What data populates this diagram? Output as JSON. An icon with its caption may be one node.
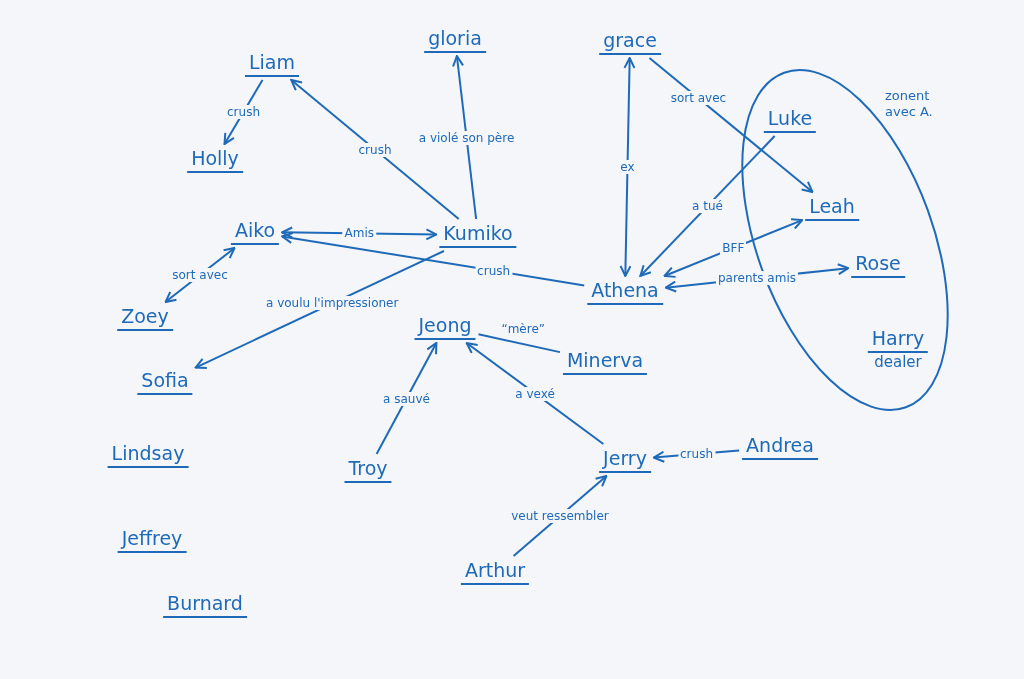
{
  "diagram": {
    "nodes": [
      {
        "text": [
          "Liam"
        ]
      },
      {
        "text": [
          "Holly"
        ]
      },
      {
        "text": [
          "gloria"
        ]
      },
      {
        "text": [
          "grace"
        ]
      },
      {
        "text": [
          "zonent avec A."
        ]
      },
      {
        "text": [
          "Luke"
        ],
        "in": 4
      },
      {
        "text": [
          "Leah"
        ],
        "in": 4
      },
      {
        "text": [
          "Rose"
        ],
        "in": 4
      },
      {
        "text": [
          "Harry",
          "dealer"
        ],
        "in": 4
      },
      {
        "text": [
          "Aiko"
        ]
      },
      {
        "text": [
          "Kumiko"
        ]
      },
      {
        "text": [
          "Athena"
        ]
      },
      {
        "text": [
          "Jeong"
        ]
      },
      {
        "text": [
          "Minerva"
        ]
      },
      {
        "text": [
          "Zoey"
        ]
      },
      {
        "text": [
          "Sofia"
        ]
      },
      {
        "text": [
          "Lindsay"
        ]
      },
      {
        "text": [
          "Jeffrey"
        ]
      },
      {
        "text": [
          "Burnard"
        ]
      },
      {
        "text": [
          "Troy"
        ]
      },
      {
        "text": [
          "Jerry"
        ]
      },
      {
        "text": [
          "Andrea"
        ]
      },
      {
        "text": [
          "Arthur"
        ]
      }
    ],
    "edges": [
      {
        "from": 0,
        "to": 1,
        "arrow": "to",
        "label": "crush"
      },
      {
        "from": 10,
        "to": 0,
        "arrow": "to",
        "label": "crush"
      },
      {
        "from": 10,
        "to": 2,
        "arrow": "to",
        "label": "a violé son père"
      },
      {
        "from": 10,
        "to": 9,
        "arrow": "both",
        "label": "Amis"
      },
      {
        "from": 11,
        "to": 9,
        "arrow": "to",
        "label": "crush"
      },
      {
        "from": 14,
        "to": 9,
        "arrow": "both",
        "label": "sort avec"
      },
      {
        "from": 10,
        "to": 15,
        "arrow": "to",
        "label": "a voulu l'impressioner"
      },
      {
        "from": 3,
        "to": 11,
        "arrow": "both",
        "label": "ex"
      },
      {
        "from": 3,
        "to": 6,
        "arrow": "to",
        "label": "sort avec"
      },
      {
        "from": 5,
        "to": 11,
        "arrow": "to",
        "label": "a tué"
      },
      {
        "from": 6,
        "to": 11,
        "arrow": "both",
        "label": "BFF"
      },
      {
        "from": 11,
        "to": 7,
        "arrow": "both",
        "label": "parents amis"
      },
      {
        "from": 12,
        "to": 13,
        "arrow": "none",
        "label": "“mère”"
      },
      {
        "from": 19,
        "to": 12,
        "arrow": "to",
        "label": "a sauvé"
      },
      {
        "from": 20,
        "to": 12,
        "arrow": "to",
        "label": "a vexé"
      },
      {
        "from": 22,
        "to": 20,
        "arrow": "to",
        "label": "veut ressembler"
      },
      {
        "from": 21,
        "to": 20,
        "arrow": "to",
        "label": "crush"
      }
    ]
  }
}
